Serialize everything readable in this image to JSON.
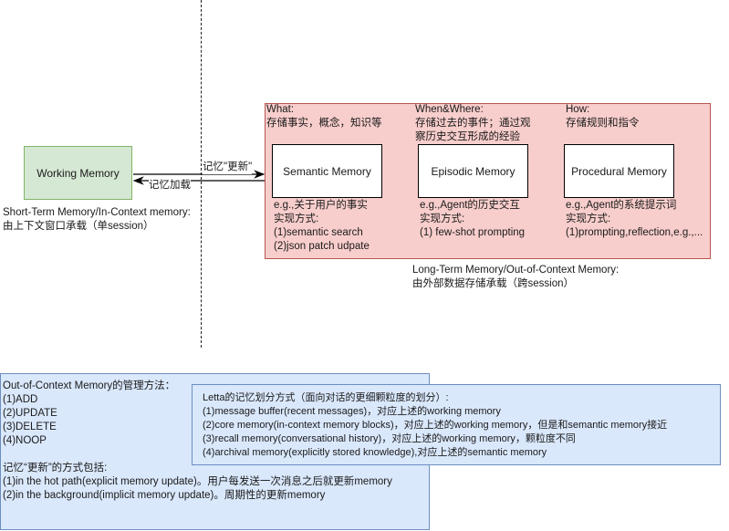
{
  "colors": {
    "working_fill": "#d5e8d4",
    "working_stroke": "#82b366",
    "longterm_fill": "#f8cecc",
    "longterm_stroke": "#b85450",
    "note_fill": "#dae8fc",
    "note_stroke": "#6c8ebf"
  },
  "working_memory": {
    "title": "Working Memory",
    "caption": [
      "Short-Term Memory/In-Context memory:",
      "由上下文窗口承载（单session）"
    ]
  },
  "arrows": {
    "update_label": "记忆\"更新\"",
    "load_label": "记忆加载"
  },
  "long_term": {
    "columns": [
      {
        "header": [
          "What:",
          "存储事实，概念，知识等"
        ],
        "box_title": "Semantic Memory",
        "desc": [
          "e.g.,关于用户的事实",
          "实现方式:",
          "(1)semantic search",
          "(2)json patch udpate"
        ]
      },
      {
        "header": [
          "When&Where:",
          "存储过去的事件；通过观",
          "察历史交互形成的经验"
        ],
        "box_title": "Episodic Memory",
        "desc": [
          "e.g.,Agent的历史交互",
          "实现方式:",
          "(1) few-shot prompting"
        ]
      },
      {
        "header": [
          "How:",
          "存储规则和指令"
        ],
        "box_title": "Procedural Memory",
        "desc": [
          "e.g.,Agent的系统提示词",
          "实现方式:",
          "(1)prompting,reflection,e.g.,..."
        ]
      }
    ],
    "caption": [
      "Long-Term Memory/Out-of-Context Memory:",
      "由外部数据存储承载（跨session）"
    ]
  },
  "management": {
    "title": "Out-of-Context Memory的管理方法：",
    "ops": [
      "(1)ADD",
      "(2)UPDATE",
      "(3)DELETE",
      "(4)NOOP"
    ],
    "update_title": "记忆“更新”的方式包括:",
    "update_ways": [
      "(1)in the hot path(explicit memory update)。用户每发送一次消息之后就更新memory",
      "(2)in the background(implicit memory update)。周期性的更新memory"
    ]
  },
  "letta": {
    "title": "Letta的记忆划分方式（面向对话的更细颗粒度的划分）:",
    "items": [
      "(1)message buffer(recent messages)，对应上述的working memory",
      "(2)core memory(in-context memory blocks)，对应上述的working memory，但是和semantic memory接近",
      "(3)recall memory(conversational history)，对应上述的working memory，颗粒度不同",
      "(4)archival memory(explicitly stored knowledge),对应上述的semantic memory"
    ]
  }
}
